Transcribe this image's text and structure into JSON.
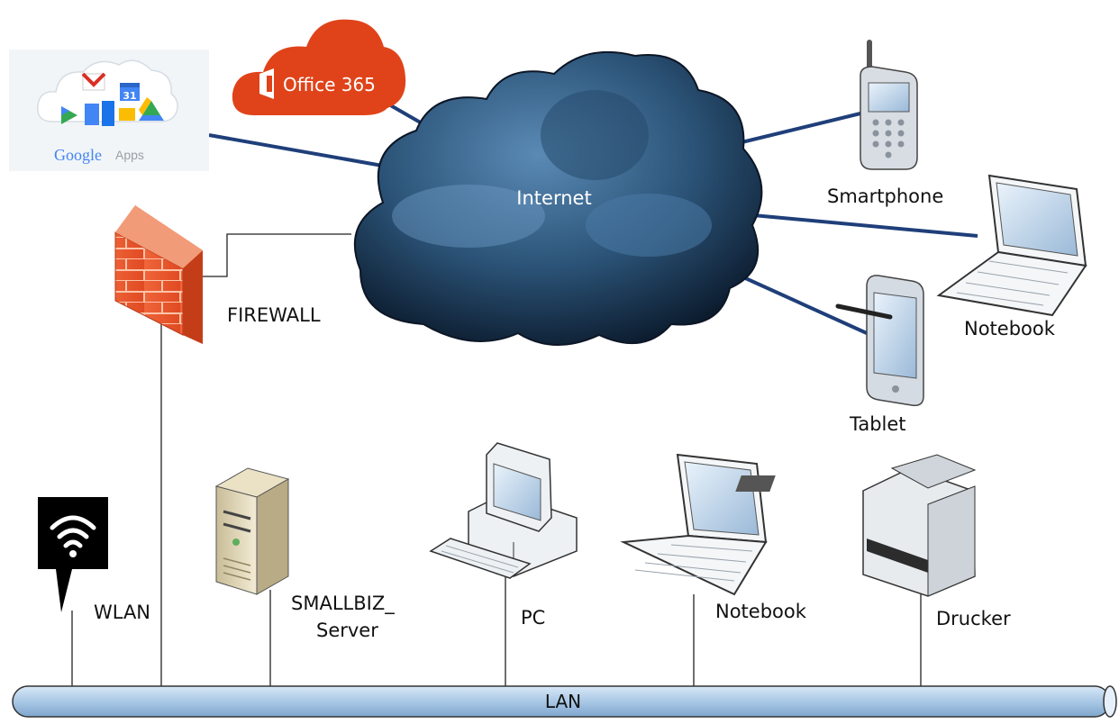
{
  "labels": {
    "office365": "Office 365",
    "google": "Google",
    "google_apps": "Apps",
    "internet": "Internet",
    "smartphone": "Smartphone",
    "notebook_top": "Notebook",
    "tablet": "Tablet",
    "firewall": "FIREWALL",
    "wlan": "WLAN",
    "server_line1": "SMALLBIZ_",
    "server_line2": "Server",
    "pc": "PC",
    "notebook_bottom": "Notebook",
    "drucker": "Drucker",
    "lan": "LAN",
    "calendar_day": "31"
  },
  "colors": {
    "cloud_dark": "#0d1e33",
    "cloud_mid": "#3f6d96",
    "link_blue": "#1f3f7a",
    "office_orange": "#e0431a",
    "lan_pipe": "#a9c8e6",
    "firewall": "#e8562d"
  }
}
